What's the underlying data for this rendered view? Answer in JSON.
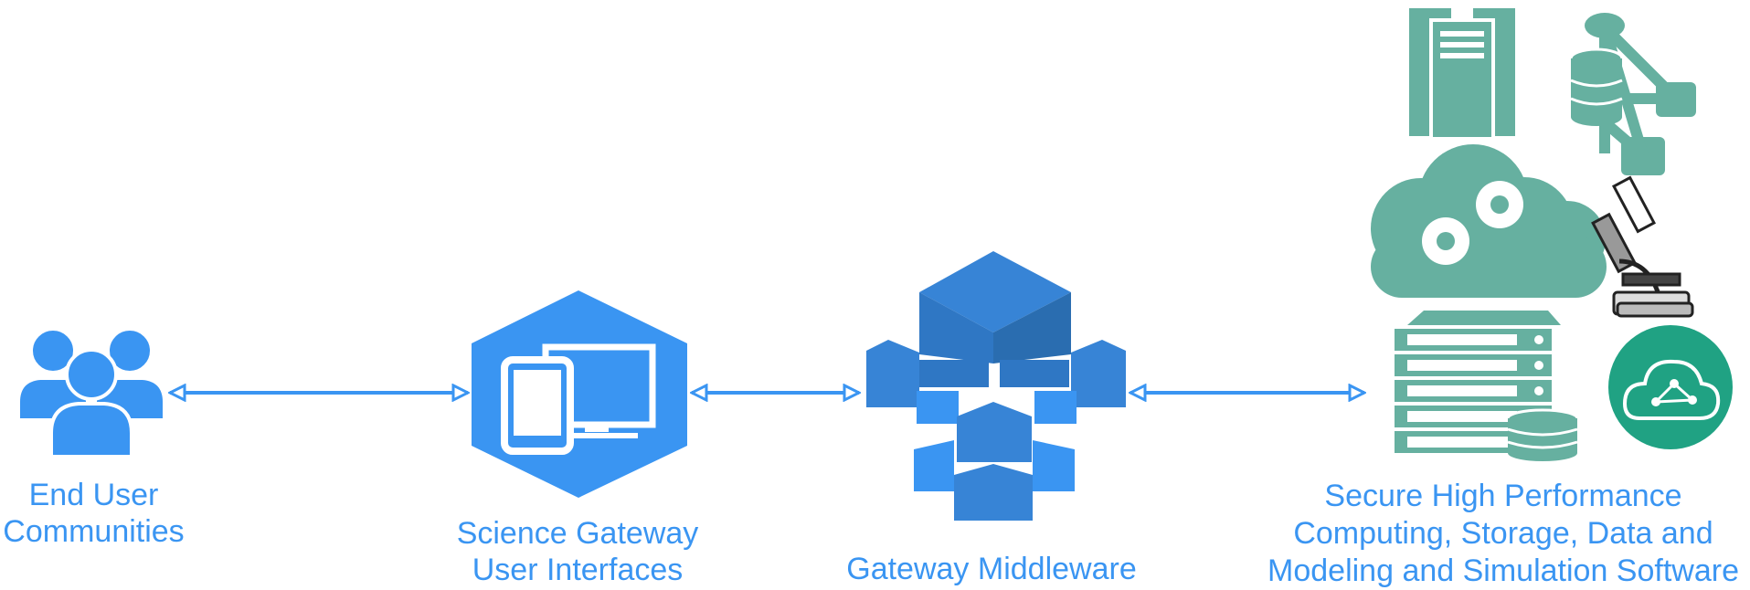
{
  "nodes": {
    "end_users": {
      "lines": [
        "End User",
        "Communities"
      ],
      "icon": "users-group-icon"
    },
    "gateway_ui": {
      "lines": [
        "Science Gateway",
        "User Interfaces"
      ],
      "icon": "devices-hexagon-icon"
    },
    "middleware": {
      "lines": [
        "Gateway Middleware"
      ],
      "icon": "cubes-stack-icon"
    },
    "resources": {
      "lines": [
        "Secure High Performance",
        "Computing, Storage, Data and",
        "Modeling and Simulation Software"
      ],
      "icons": [
        "server-tower-icon",
        "database-network-icon",
        "cloud-gears-icon",
        "microscope-icon",
        "server-rack-storage-icon",
        "cloud-network-icon"
      ]
    }
  },
  "edges": [
    {
      "from": "end_users",
      "to": "gateway_ui",
      "direction": "bidirectional"
    },
    {
      "from": "gateway_ui",
      "to": "middleware",
      "direction": "bidirectional"
    },
    {
      "from": "middleware",
      "to": "resources",
      "direction": "bidirectional"
    }
  ],
  "colors": {
    "blue": "#3a95f2",
    "dark_blue": "#2a6db0",
    "mid_blue": "#3784d6",
    "teal": "#66b0a0",
    "teal_dark": "#4f9987",
    "label": "#3a95f2"
  }
}
